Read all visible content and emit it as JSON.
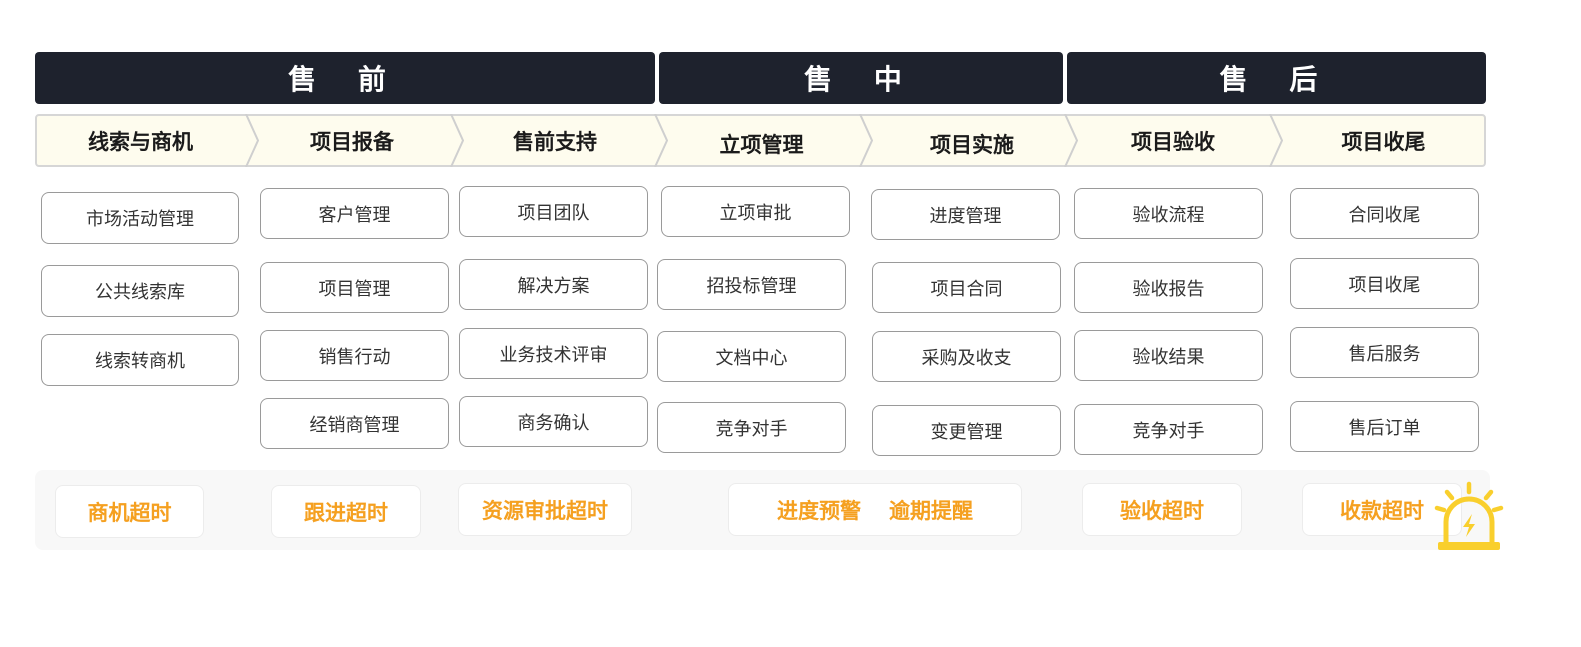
{
  "phases": [
    "售 前",
    "售 中",
    "售 后"
  ],
  "stages": [
    "线索与商机",
    "项目报备",
    "售前支持",
    "立项管理",
    "项目实施",
    "项目验收",
    "项目收尾"
  ],
  "columns": [
    [
      "市场活动管理",
      "公共线索库",
      "线索转商机"
    ],
    [
      "客户管理",
      "项目管理",
      "销售行动",
      "经销商管理"
    ],
    [
      "项目团队",
      "解决方案",
      "业务技术评审",
      "商务确认"
    ],
    [
      "立项审批",
      "招投标管理",
      "文档中心",
      "竞争对手"
    ],
    [
      "进度管理",
      "项目合同",
      "采购及收支",
      "变更管理"
    ],
    [
      "验收流程",
      "验收报告",
      "验收结果",
      "竞争对手"
    ],
    [
      "合同收尾",
      "项目收尾",
      "售后服务",
      "售后订单"
    ]
  ],
  "alerts": {
    "a1": "商机超时",
    "a2": "跟进超时",
    "a3": "资源审批超时",
    "a4a": "进度预警",
    "a4b": "逾期提醒",
    "a5": "验收超时",
    "a6": "收款超时"
  },
  "icons": {
    "alarm": "alarm-light-icon"
  },
  "colors": {
    "header_bg": "#1e222d",
    "stage_bg": "#fefcee",
    "alert_text": "#f5a020",
    "alarm": "#f9cf2d"
  }
}
